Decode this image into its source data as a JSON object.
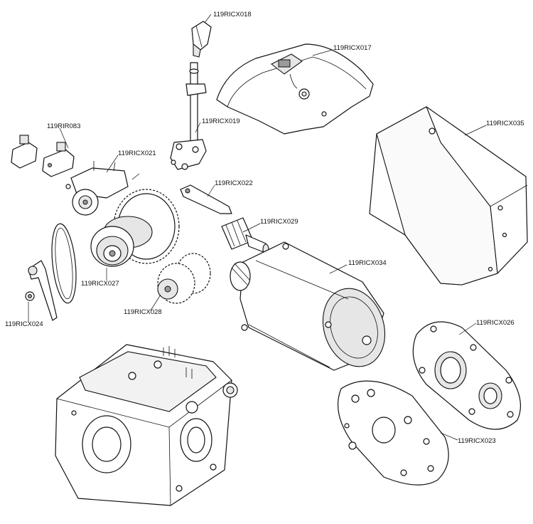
{
  "labels": {
    "p018": "119RICX018",
    "p017": "119RICX017",
    "p035": "119RICX035",
    "p083": "119RIR083",
    "p021": "119RICX021",
    "p019": "119RICX019",
    "p022": "119RICX022",
    "p029": "119RICX029",
    "p034": "119RICX034",
    "p027": "119RICX027",
    "p028": "119RICX028",
    "p024": "119RICX024",
    "p026": "119RICX026",
    "p023": "119RICX023"
  }
}
